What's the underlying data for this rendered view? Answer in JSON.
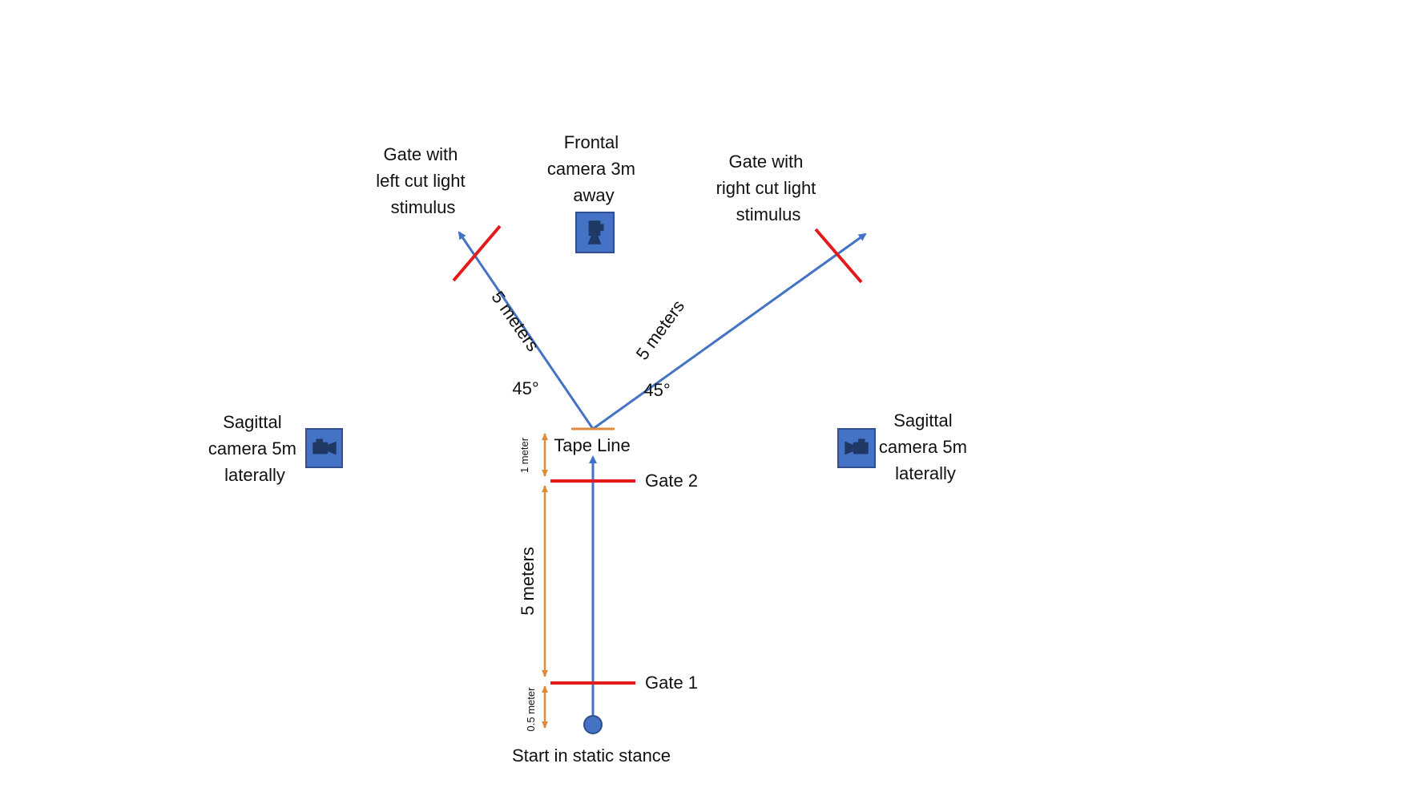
{
  "labels": {
    "gate_left": [
      "Gate with",
      "left cut light",
      "stimulus"
    ],
    "gate_right": [
      "Gate with",
      "right cut light",
      "stimulus"
    ],
    "frontal_camera": [
      "Frontal",
      "camera 3m",
      "away"
    ],
    "sagittal_left": [
      "Sagittal",
      "camera 5m",
      "laterally"
    ],
    "sagittal_right": [
      "Sagittal",
      "camera 5m",
      "laterally"
    ],
    "tape_line": "Tape Line",
    "gate_1": "Gate 1",
    "gate_2": "Gate 2",
    "start": "Start in static stance",
    "left_arm_distance": "5 meters",
    "right_arm_distance": "5 meters",
    "left_angle": "45°",
    "right_angle": "45°",
    "dist_tape_to_gate2": "1 meter",
    "dist_gate2_to_gate1": "5 meters",
    "dist_gate1_to_start": "0.5 meter"
  },
  "icons": {
    "camera": "video-camera-icon",
    "start_marker": "circle-marker-icon"
  },
  "colors": {
    "path": "#4472C4",
    "gate": "#E31A1C",
    "dimension": "#E08A3C",
    "camera_fill": "#4472C4",
    "camera_stroke": "#2F4F8F",
    "camera_glyph": "#1F3864",
    "text": "#111111"
  }
}
